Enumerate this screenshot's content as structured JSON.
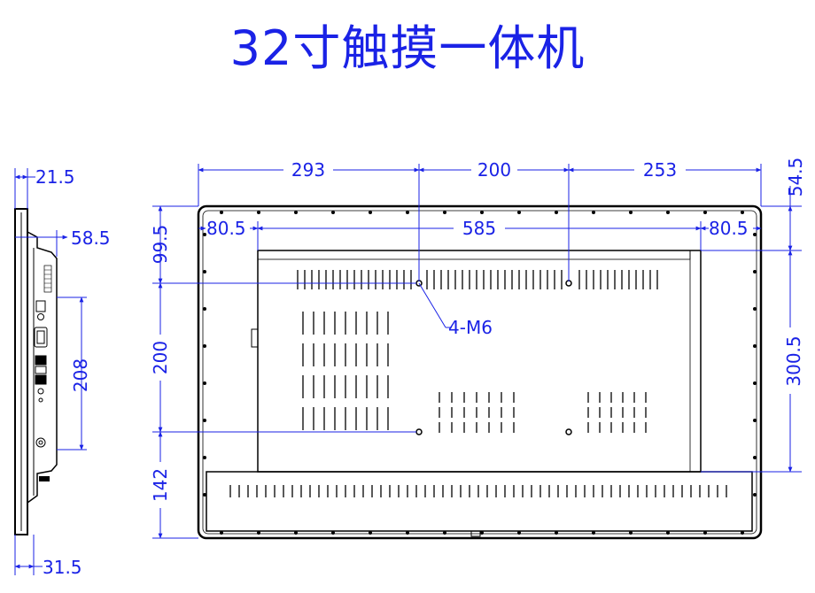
{
  "title": "32寸触摸一体机",
  "side_view": {
    "top_thickness": "21.5",
    "panel_depth": "58.5",
    "port_span": "208",
    "bottom_thickness": "31.5"
  },
  "front_view": {
    "top_spans": [
      "293",
      "200",
      "253"
    ],
    "top_margin": "54.5",
    "inner_spans": [
      "80.5",
      "585",
      "80.5"
    ],
    "left_top": "99.5",
    "left_mid": "200",
    "left_bottom": "142",
    "right_height": "300.5",
    "hole_callout": "4-M6"
  },
  "colors": {
    "dimension": "#1a22e6",
    "outline": "#000000"
  }
}
